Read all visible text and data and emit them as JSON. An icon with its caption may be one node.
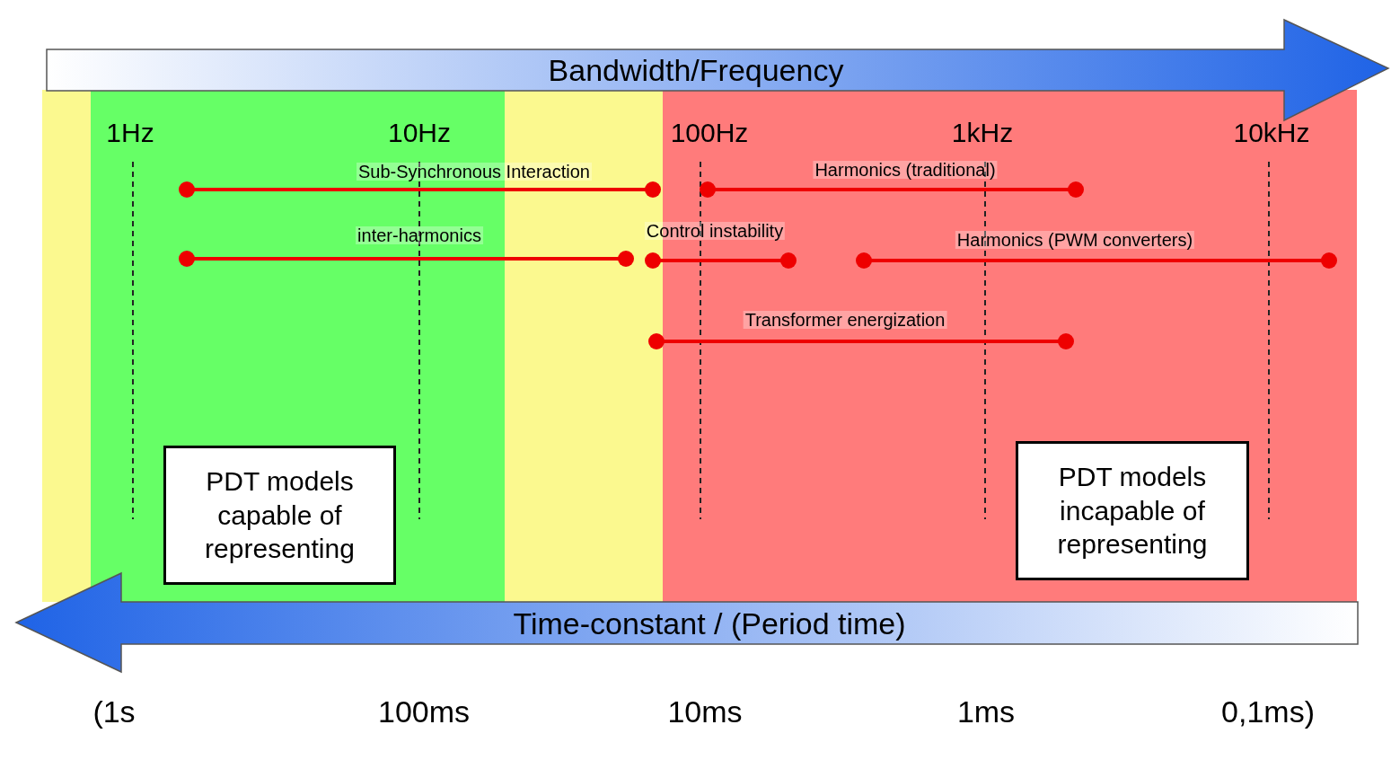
{
  "diagram": {
    "nodes": [
      {
        "text": [
          "Bandwidth/Frequency"
        ]
      },
      {
        "text": [
          "Time-constant / (Period time)"
        ]
      },
      {
        "text": [
          "PDT models capable of representing"
        ]
      },
      {
        "text": [
          "PDT models incapable of representing"
        ]
      }
    ],
    "edges": [],
    "labels": [
      "1Hz",
      "10Hz",
      "100Hz",
      "1kHz",
      "10kHz",
      "Sub-Synchronous Interaction",
      "Harmonics (traditional)",
      "inter-harmonics",
      "Control instability",
      "Harmonics (PWM converters)",
      "Transformer energization",
      "(1s",
      "100ms",
      "10ms",
      "1ms",
      "0,1ms)"
    ]
  }
}
